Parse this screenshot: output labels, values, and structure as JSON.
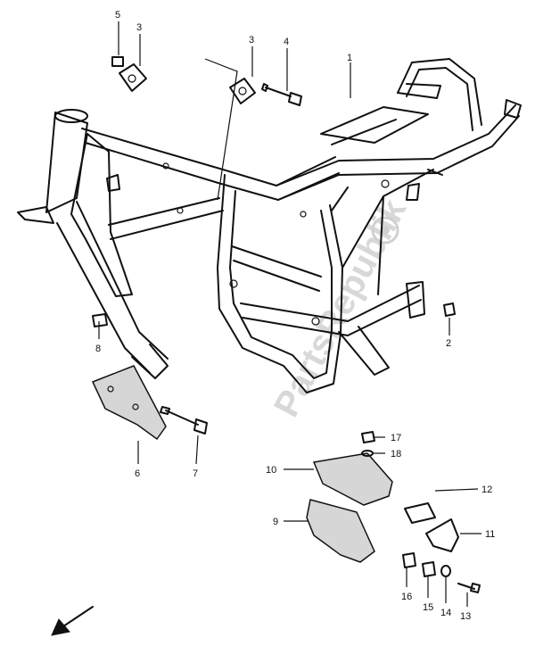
{
  "watermark": "PartsRepublik",
  "callouts": [
    {
      "id": "c1",
      "text": "1"
    },
    {
      "id": "c2",
      "text": "2"
    },
    {
      "id": "c3a",
      "text": "3"
    },
    {
      "id": "c3b",
      "text": "3"
    },
    {
      "id": "c4",
      "text": "4"
    },
    {
      "id": "c5",
      "text": "5"
    },
    {
      "id": "c6",
      "text": "6"
    },
    {
      "id": "c7",
      "text": "7"
    },
    {
      "id": "c8",
      "text": "8"
    },
    {
      "id": "c9",
      "text": "9"
    },
    {
      "id": "c10",
      "text": "10"
    },
    {
      "id": "c11",
      "text": "11"
    },
    {
      "id": "c12",
      "text": "12"
    },
    {
      "id": "c13",
      "text": "13"
    },
    {
      "id": "c14",
      "text": "14"
    },
    {
      "id": "c15",
      "text": "15"
    },
    {
      "id": "c16",
      "text": "16"
    },
    {
      "id": "c17",
      "text": "17"
    },
    {
      "id": "c18",
      "text": "18"
    }
  ],
  "icons": {
    "direction": "front-direction-arrow-icon"
  }
}
